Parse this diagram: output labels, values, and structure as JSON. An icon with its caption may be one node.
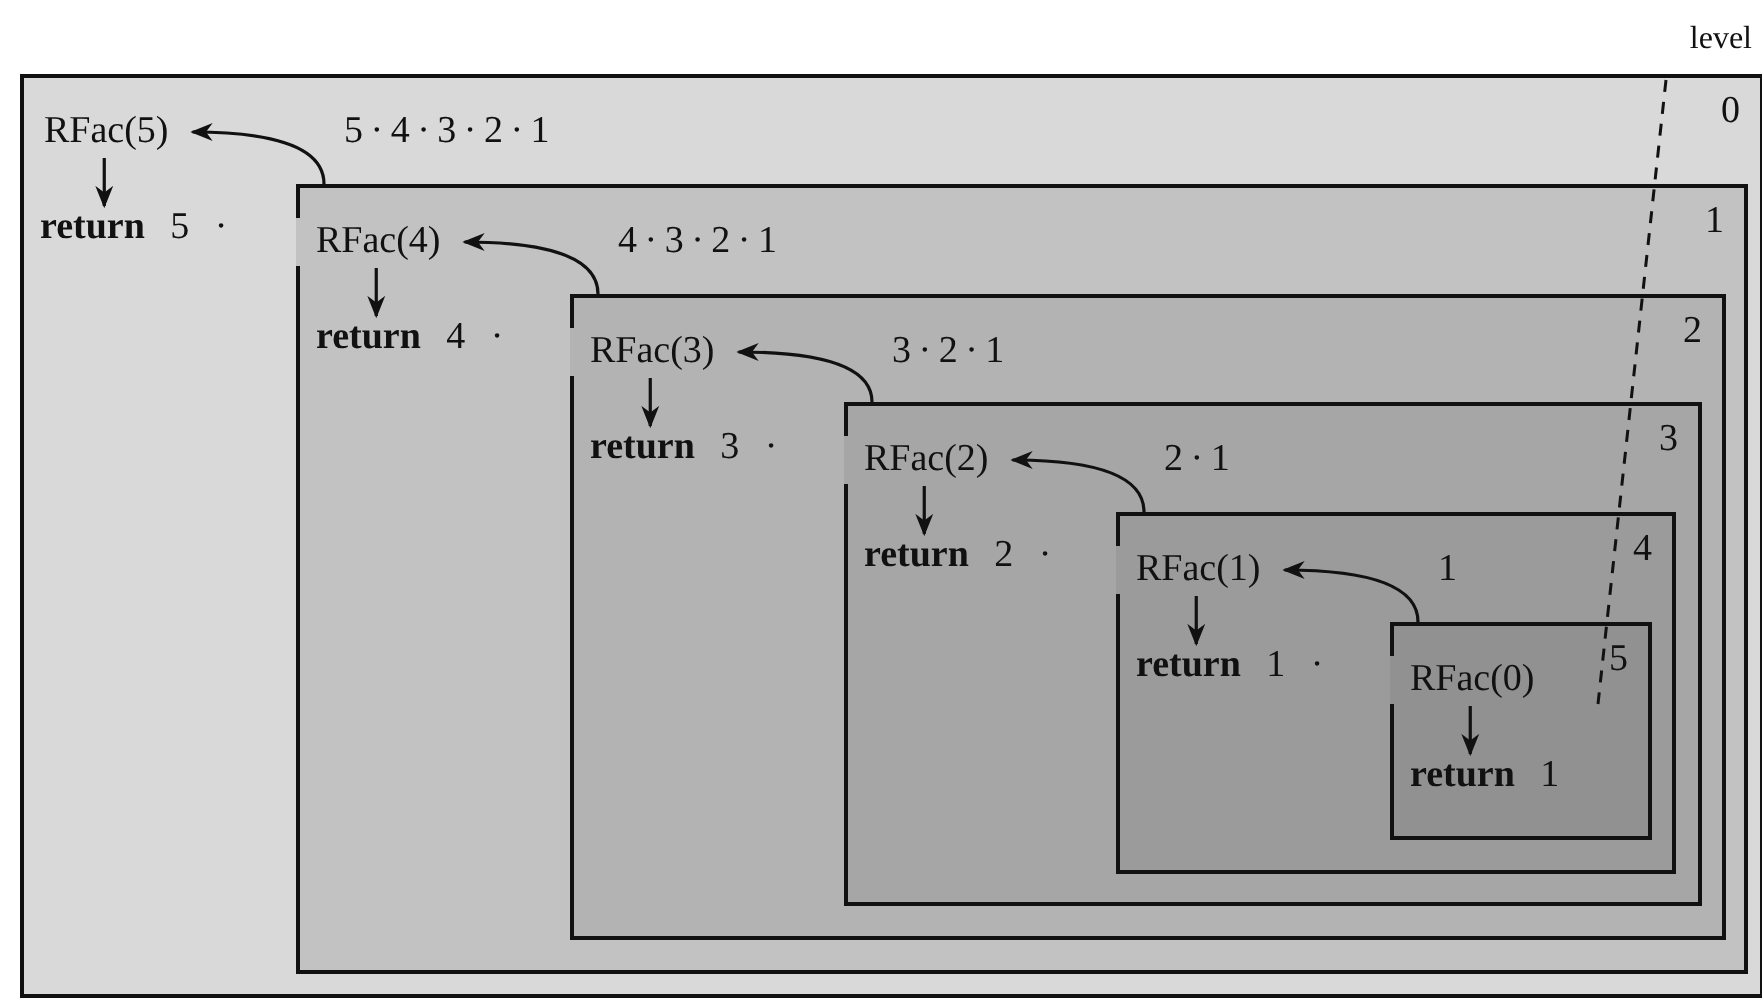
{
  "diagram": {
    "nodes": [
      {
        "text": [
          "0"
        ]
      },
      {
        "text": [
          "RFac(5)"
        ],
        "in": 0
      },
      {
        "text": [
          "**return** 5 ·"
        ],
        "in": 0
      },
      {
        "text": [
          "1"
        ],
        "in": 0
      },
      {
        "text": [
          "RFac(4)"
        ],
        "in": 3
      },
      {
        "text": [
          "**return** 4 ·"
        ],
        "in": 3
      },
      {
        "text": [
          "2"
        ],
        "in": 3
      },
      {
        "text": [
          "RFac(3)"
        ],
        "in": 6
      },
      {
        "text": [
          "**return** 3 ·"
        ],
        "in": 6
      },
      {
        "text": [
          "3"
        ],
        "in": 6
      },
      {
        "text": [
          "RFac(2)"
        ],
        "in": 9
      },
      {
        "text": [
          "**return** 2 ·"
        ],
        "in": 9
      },
      {
        "text": [
          "4"
        ],
        "in": 9
      },
      {
        "text": [
          "RFac(1)"
        ],
        "in": 12
      },
      {
        "text": [
          "**return** 1 ·"
        ],
        "in": 12
      },
      {
        "text": [
          "5"
        ],
        "in": 12
      },
      {
        "text": [
          "RFac(0)"
        ],
        "in": 15
      },
      {
        "text": [
          "**return** 1"
        ],
        "in": 15
      }
    ],
    "edges": [
      {
        "from": 1,
        "to": 2,
        "arrow": "to"
      },
      {
        "from": 3,
        "to": 1,
        "arrow": "to",
        "label": "5 · 4 · 3 · 2 · 1"
      },
      {
        "from": 4,
        "to": 5,
        "arrow": "to"
      },
      {
        "from": 6,
        "to": 4,
        "arrow": "to",
        "label": "4 · 3 · 2 · 1"
      },
      {
        "from": 7,
        "to": 8,
        "arrow": "to"
      },
      {
        "from": 9,
        "to": 7,
        "arrow": "to",
        "label": "3 · 2 · 1"
      },
      {
        "from": 10,
        "to": 11,
        "arrow": "to"
      },
      {
        "from": 12,
        "to": 10,
        "arrow": "to",
        "label": "2 · 1"
      },
      {
        "from": 13,
        "to": 14,
        "arrow": "to"
      },
      {
        "from": 15,
        "to": 13,
        "arrow": "to",
        "label": "1"
      },
      {
        "from": 16,
        "to": 17,
        "arrow": "to"
      }
    ],
    "labels": [
      "level"
    ]
  }
}
